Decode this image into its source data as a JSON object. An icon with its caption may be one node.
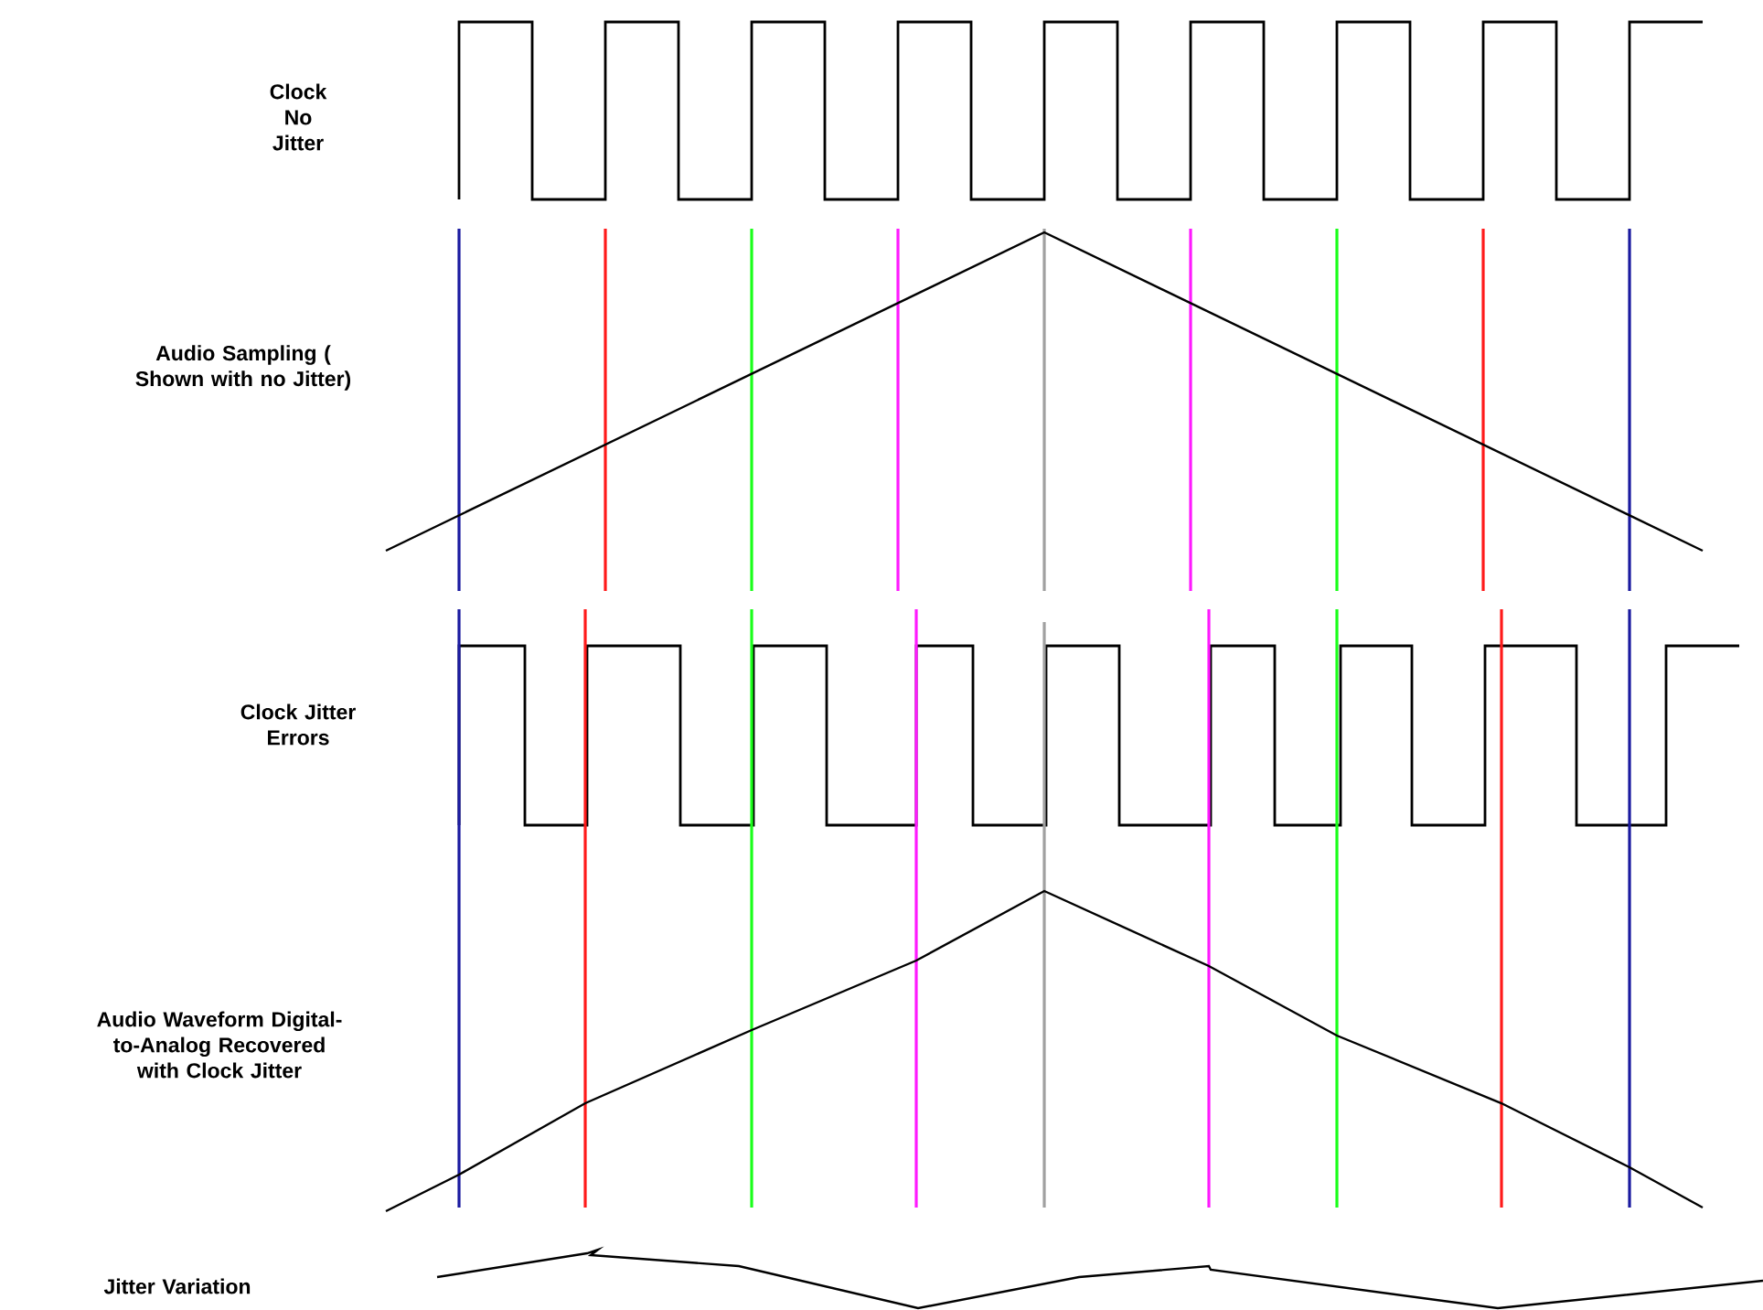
{
  "diagram": {
    "labels": [
      "Clock No Jitter",
      "Audio Sampling ( Shown with no Jitter)",
      "Clock Jitter Errors",
      "Audio Waveform Digital-to-Analog Recovered with Clock Jitter",
      "Jitter Variation"
    ]
  }
}
